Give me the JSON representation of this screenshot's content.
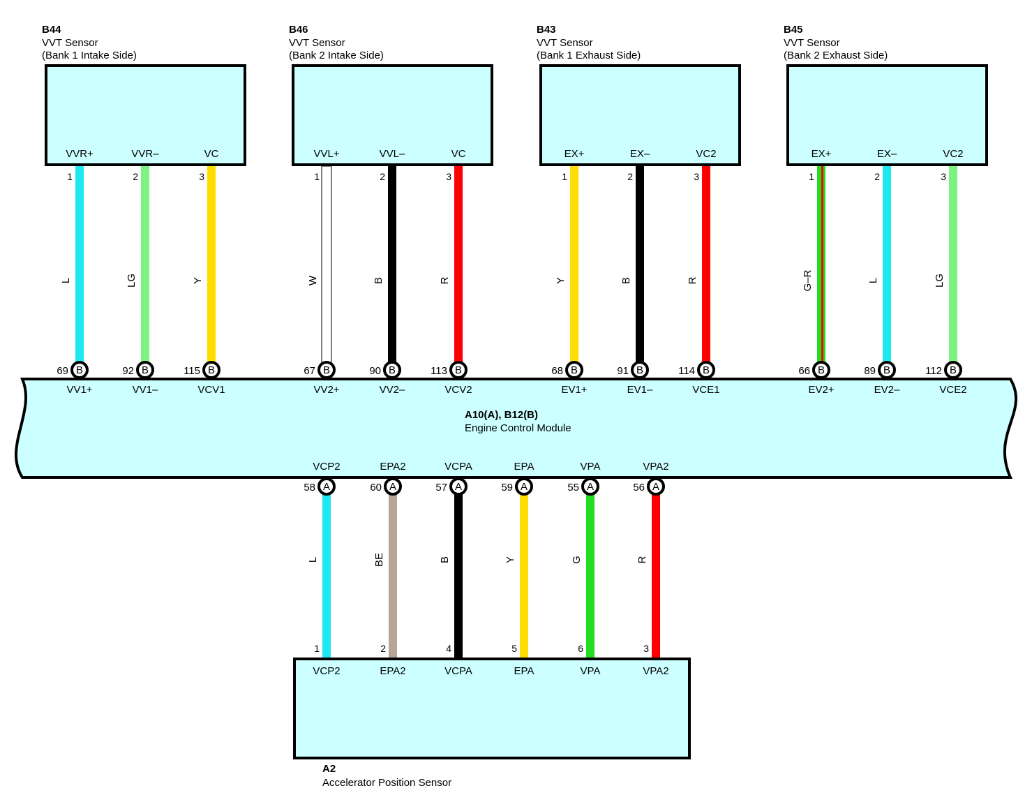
{
  "colors": {
    "box_fill": "#ccffff",
    "L": "#1ee8f0",
    "LG": "#7ef27e",
    "Y": "#ffdd00",
    "W": "#ffffff",
    "B": "#000000",
    "R": "#ff0000",
    "BE": "#b8a494",
    "G": "#22dd22"
  },
  "top_sensors": [
    {
      "code": "B44",
      "name": "VVT Sensor",
      "side": "(Bank 1 Intake Side)",
      "wires": [
        {
          "cavity": "1",
          "term": "VVR+",
          "color": "L",
          "label": "L",
          "ecm_pin": "69",
          "conn": "B",
          "ecm_term": "VV1+"
        },
        {
          "cavity": "2",
          "term": "VVR–",
          "color": "LG",
          "label": "LG",
          "ecm_pin": "92",
          "conn": "B",
          "ecm_term": "VV1–"
        },
        {
          "cavity": "3",
          "term": "VC",
          "color": "Y",
          "label": "Y",
          "ecm_pin": "115",
          "conn": "B",
          "ecm_term": "VCV1"
        }
      ]
    },
    {
      "code": "B46",
      "name": "VVT Sensor",
      "side": "(Bank 2 Intake Side)",
      "wires": [
        {
          "cavity": "1",
          "term": "VVL+",
          "color": "W",
          "label": "W",
          "ecm_pin": "67",
          "conn": "B",
          "ecm_term": "VV2+"
        },
        {
          "cavity": "2",
          "term": "VVL–",
          "color": "B",
          "label": "B",
          "ecm_pin": "90",
          "conn": "B",
          "ecm_term": "VV2–"
        },
        {
          "cavity": "3",
          "term": "VC",
          "color": "R",
          "label": "R",
          "ecm_pin": "113",
          "conn": "B",
          "ecm_term": "VCV2"
        }
      ]
    },
    {
      "code": "B43",
      "name": "VVT Sensor",
      "side": "(Bank 1 Exhaust Side)",
      "wires": [
        {
          "cavity": "1",
          "term": "EX+",
          "color": "Y",
          "label": "Y",
          "ecm_pin": "68",
          "conn": "B",
          "ecm_term": "EV1+"
        },
        {
          "cavity": "2",
          "term": "EX–",
          "color": "B",
          "label": "B",
          "ecm_pin": "91",
          "conn": "B",
          "ecm_term": "EV1–"
        },
        {
          "cavity": "3",
          "term": "VC2",
          "color": "R",
          "label": "R",
          "ecm_pin": "114",
          "conn": "B",
          "ecm_term": "VCE1"
        }
      ]
    },
    {
      "code": "B45",
      "name": "VVT Sensor",
      "side": "(Bank 2 Exhaust Side)",
      "wires": [
        {
          "cavity": "1",
          "term": "EX+",
          "color": "G-R",
          "label": "G–R",
          "ecm_pin": "66",
          "conn": "B",
          "ecm_term": "EV2+"
        },
        {
          "cavity": "2",
          "term": "EX–",
          "color": "L",
          "label": "L",
          "ecm_pin": "89",
          "conn": "B",
          "ecm_term": "EV2–"
        },
        {
          "cavity": "3",
          "term": "VC2",
          "color": "LG",
          "label": "LG",
          "ecm_pin": "112",
          "conn": "B",
          "ecm_term": "VCE2"
        }
      ]
    }
  ],
  "ecm": {
    "code": "A10(A), B12(B)",
    "name": "Engine Control Module"
  },
  "bottom_sensor": {
    "code": "A2",
    "name": "Accelerator Position Sensor",
    "wires": [
      {
        "ecm_term": "VCP2",
        "ecm_pin": "58",
        "conn": "A",
        "color": "L",
        "label": "L",
        "cavity": "1",
        "term": "VCP2"
      },
      {
        "ecm_term": "EPA2",
        "ecm_pin": "60",
        "conn": "A",
        "color": "BE",
        "label": "BE",
        "cavity": "2",
        "term": "EPA2"
      },
      {
        "ecm_term": "VCPA",
        "ecm_pin": "57",
        "conn": "A",
        "color": "B",
        "label": "B",
        "cavity": "4",
        "term": "VCPA"
      },
      {
        "ecm_term": "EPA",
        "ecm_pin": "59",
        "conn": "A",
        "color": "Y",
        "label": "Y",
        "cavity": "5",
        "term": "EPA"
      },
      {
        "ecm_term": "VPA",
        "ecm_pin": "55",
        "conn": "A",
        "color": "G",
        "label": "G",
        "cavity": "6",
        "term": "VPA"
      },
      {
        "ecm_term": "VPA2",
        "ecm_pin": "56",
        "conn": "A",
        "color": "R",
        "label": "R",
        "cavity": "3",
        "term": "VPA2"
      }
    ]
  }
}
